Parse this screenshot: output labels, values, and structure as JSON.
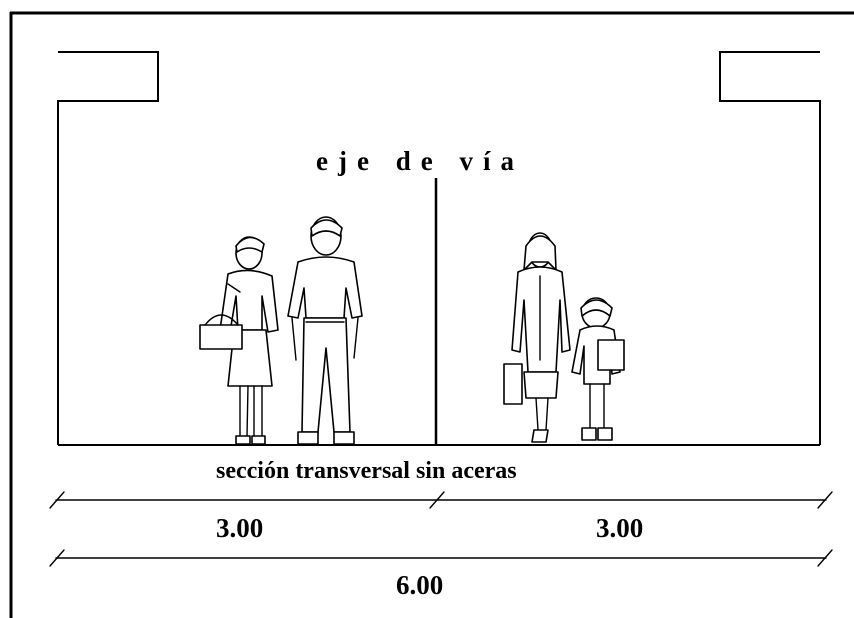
{
  "diagram": {
    "axis_label": "eje de vía",
    "caption": "sección transversal sin aceras",
    "dimensions": {
      "left_half": "3.00",
      "right_half": "3.00",
      "total": "6.00"
    }
  }
}
